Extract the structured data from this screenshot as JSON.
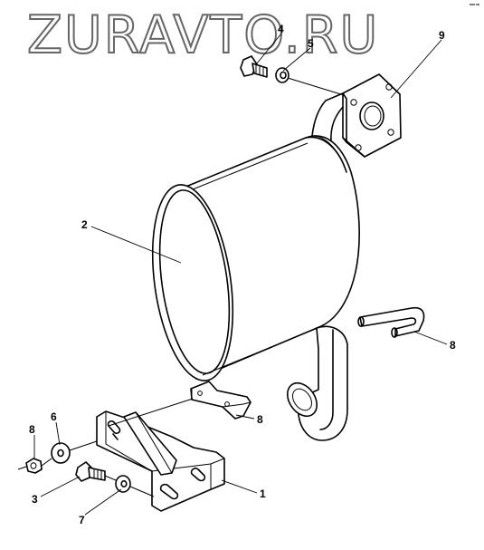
{
  "watermark": "ZURAVTO.RU",
  "callouts": {
    "c1": "1",
    "c2": "2",
    "c3": "3",
    "c4": "4",
    "c5": "5",
    "c6": "6",
    "c7": "7",
    "c8a": "8",
    "c8b": "8",
    "c8c": "8",
    "c9": "9"
  },
  "colors": {
    "line": "#000000",
    "watermark_outline": "#666666",
    "background": "#ffffff"
  }
}
